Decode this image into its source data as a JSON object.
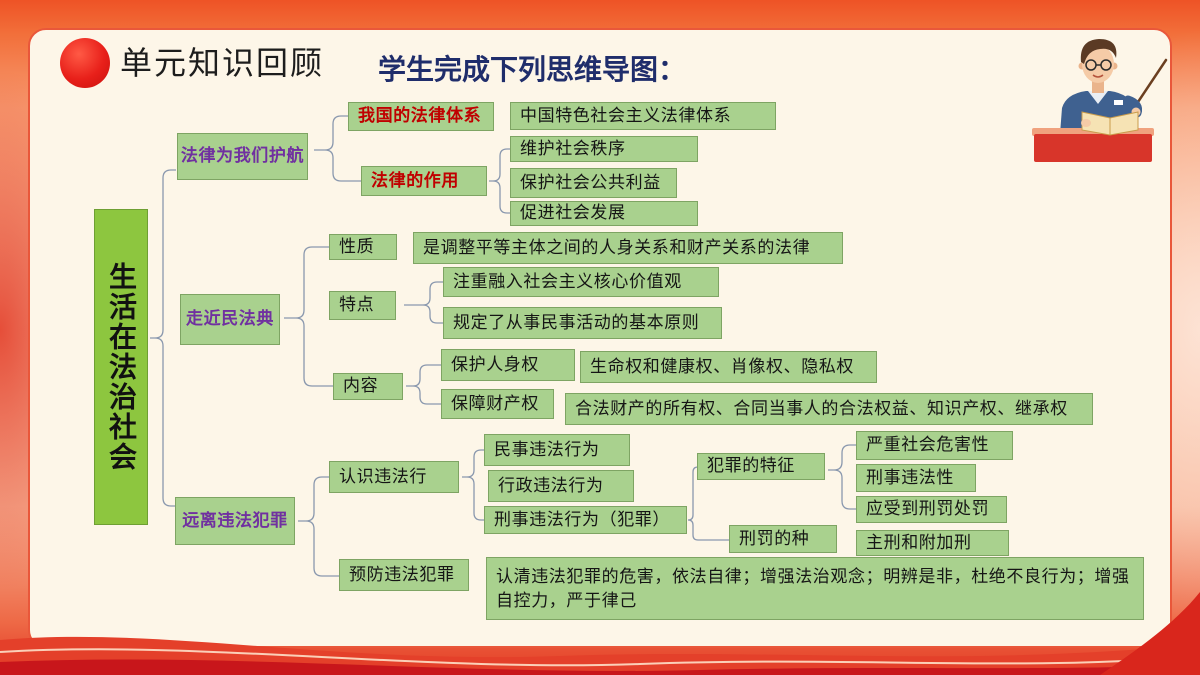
{
  "slide": {
    "title": "单元知识回顾",
    "heading": "学生完成下列思维导图："
  },
  "colors": {
    "accent_red": "#e8201a",
    "heading_navy": "#1f2d6b",
    "card_fill": "#fdf6e8",
    "root_fill": "#8dc63f",
    "node_fill": "#a9d18e",
    "node_border": "#7ea463",
    "level1_text": "#7030a0",
    "level2_text": "#c00000",
    "connector_line": "#8a98ae"
  },
  "illustration": {
    "icon": "teacher-holding-book-illustration"
  },
  "mind_map": {
    "root": "生活在法治社会",
    "branches": [
      {
        "label": "法律为我们护航",
        "children": [
          {
            "label": "我国的法律体系",
            "children": [
              {
                "label": "中国特色社会主义法律体系"
              }
            ]
          },
          {
            "label": "法律的作用",
            "children": [
              {
                "label": "维护社会秩序"
              },
              {
                "label": "保护社会公共利益"
              },
              {
                "label": "促进社会发展"
              }
            ]
          }
        ]
      },
      {
        "label": "走近民法典",
        "children": [
          {
            "label": "性质",
            "children": [
              {
                "label": "是调整平等主体之间的人身关系和财产关系的法律"
              }
            ]
          },
          {
            "label": "特点",
            "children": [
              {
                "label": "注重融入社会主义核心价值观"
              },
              {
                "label": "规定了从事民事活动的基本原则"
              }
            ]
          },
          {
            "label": "内容",
            "children": [
              {
                "label": "保护人身权",
                "children": [
                  {
                    "label": "生命权和健康权、肖像权、隐私权"
                  }
                ]
              },
              {
                "label": "保障财产权",
                "children": [
                  {
                    "label": "合法财产的所有权、合同当事人的合法权益、知识产权、继承权"
                  }
                ]
              }
            ]
          }
        ]
      },
      {
        "label": "远离违法犯罪",
        "children": [
          {
            "label": "认识违法行",
            "children": [
              {
                "label": "民事违法行为"
              },
              {
                "label": "行政违法行为"
              },
              {
                "label": "刑事违法行为（犯罪）",
                "children": [
                  {
                    "label": "犯罪的特征",
                    "children": [
                      {
                        "label": "严重社会危害性"
                      },
                      {
                        "label": "刑事违法性"
                      },
                      {
                        "label": "应受到刑罚处罚"
                      }
                    ]
                  },
                  {
                    "label": "刑罚的种",
                    "children": [
                      {
                        "label": "主刑和附加刑"
                      }
                    ]
                  }
                ]
              }
            ]
          },
          {
            "label": "预防违法犯罪",
            "children": [
              {
                "label": "认清违法犯罪的危害，依法自律；增强法治观念；明辨是非，杜绝不良行为；增强自控力，严于律己"
              }
            ]
          }
        ]
      }
    ]
  }
}
